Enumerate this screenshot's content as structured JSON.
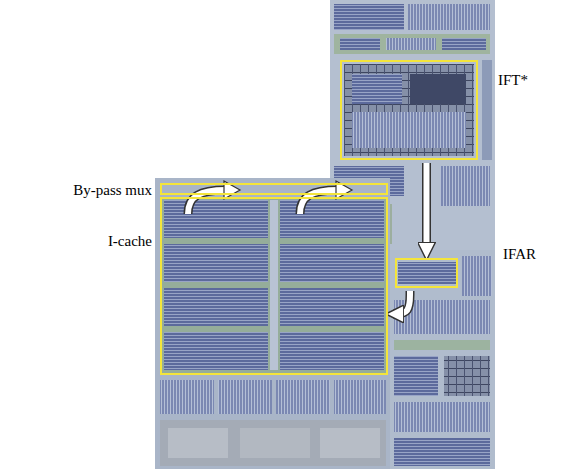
{
  "diagram": {
    "nodes": [
      {
        "text": [
          "IFT*"
        ]
      },
      {
        "text": [
          "By-pass mux"
        ]
      },
      {
        "text": [
          "I-cache"
        ]
      },
      {
        "text": [
          "IFAR"
        ]
      }
    ],
    "edges": [
      {
        "from": 0,
        "to": 3,
        "arrow": "to"
      },
      {
        "from": 3,
        "to": 2,
        "arrow": "to"
      }
    ]
  }
}
